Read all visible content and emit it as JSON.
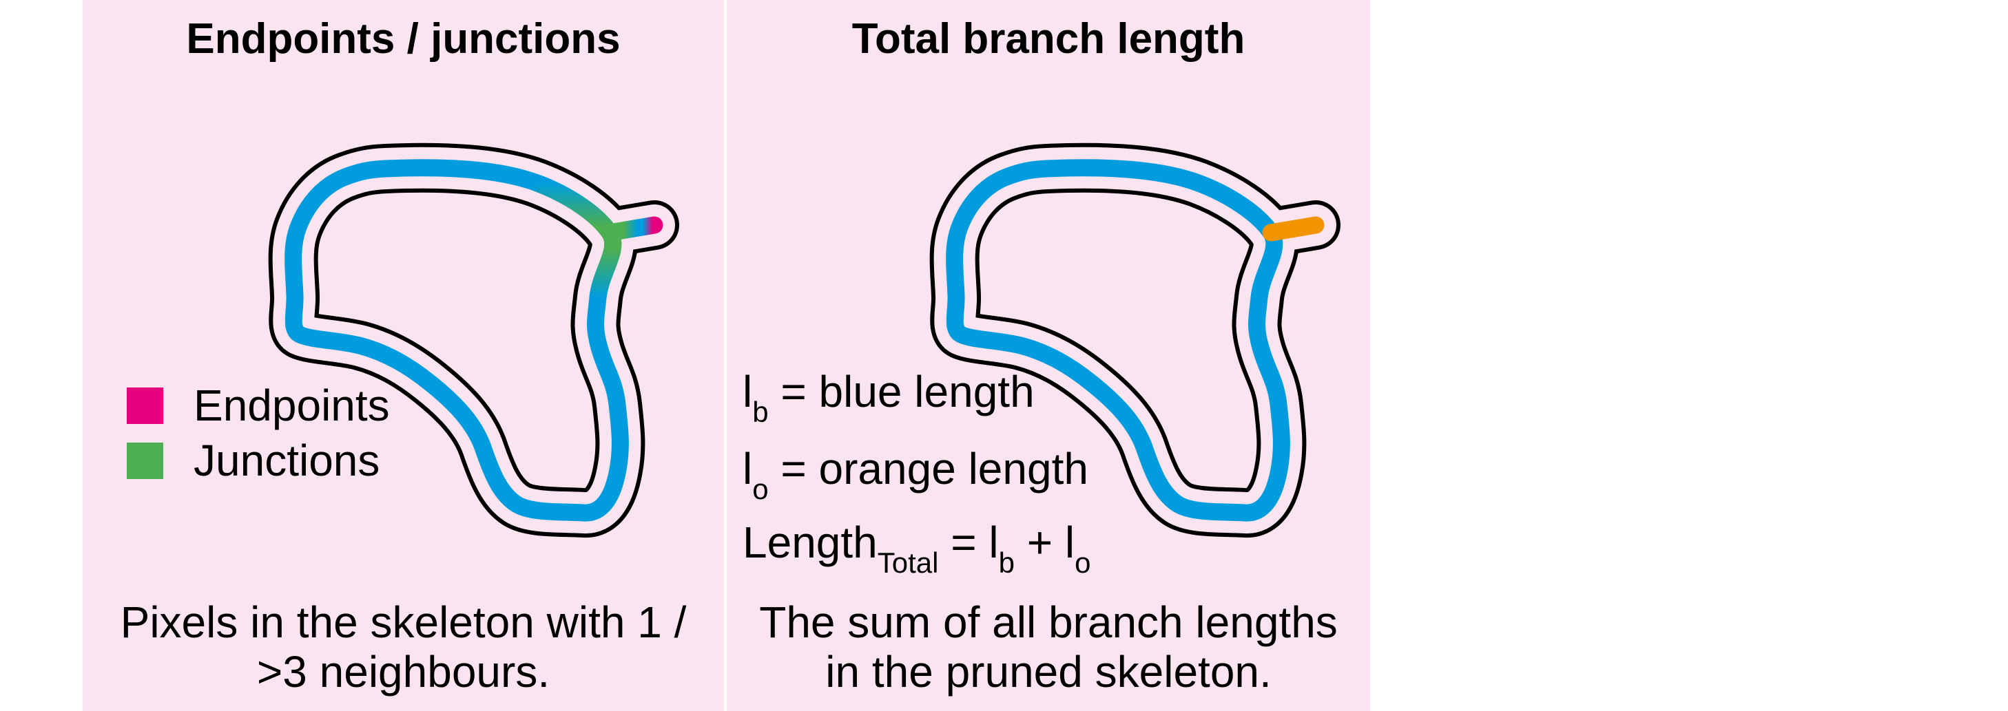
{
  "colors": {
    "background": "#ffffff",
    "panel_pink": "#fae4f0",
    "outline_black": "#000000",
    "skeleton_blue": "#009cde",
    "junction_green": "#4caf50",
    "endpoint_magenta": "#e6007e",
    "branch_orange": "#f29400"
  },
  "left_panel": {
    "title": "Endpoints / junctions",
    "legend": [
      {
        "label": "Endpoints",
        "color": "#e6007e"
      },
      {
        "label": "Junctions",
        "color": "#4caf50"
      }
    ],
    "caption_line1": "Pixels in the skeleton with 1 /",
    "caption_line2": ">3 neighbours."
  },
  "right_panel": {
    "title": "Total branch length",
    "eq_blue": {
      "base": "l",
      "sub": "b",
      "rest": " = blue length"
    },
    "eq_orange": {
      "base": "l",
      "sub": "o",
      "rest": " = orange length"
    },
    "eq_total": {
      "p1": "Length",
      "s1": "Total",
      "p2": " = l",
      "s2": "b",
      "p3": " + l",
      "s3": "o"
    }
  }
}
